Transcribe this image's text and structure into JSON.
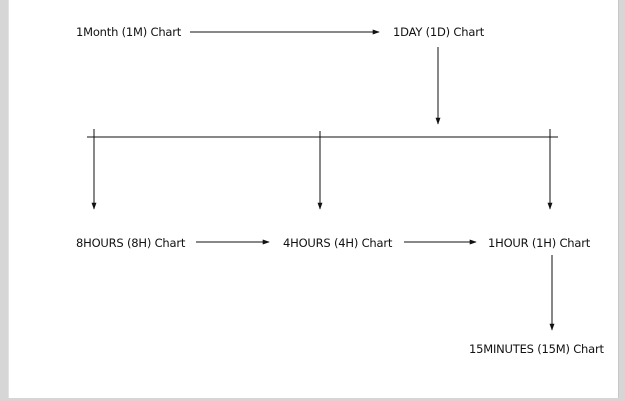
{
  "nodes": {
    "month": {
      "label": "1Month (1M) Chart"
    },
    "day": {
      "label": "1DAY (1D) Chart"
    },
    "hours8": {
      "label": "8HOURS (8H) Chart"
    },
    "hours4": {
      "label": "4HOURS (4H) Chart"
    },
    "hour1": {
      "label": "1HOUR (1H) Chart"
    },
    "min15": {
      "label": "15MINUTES (15M) Chart"
    }
  },
  "edges": [
    {
      "from": "month",
      "to": "day"
    },
    {
      "from": "day",
      "to": "branch-bar"
    },
    {
      "from": "branch-bar",
      "to": "hours8"
    },
    {
      "from": "branch-bar",
      "to": "hours4"
    },
    {
      "from": "branch-bar",
      "to": "hour1"
    },
    {
      "from": "hours8",
      "to": "hours4"
    },
    {
      "from": "hours4",
      "to": "hour1"
    },
    {
      "from": "hour1",
      "to": "min15"
    }
  ],
  "colors": {
    "ink": "#111111",
    "paper": "#ffffff",
    "backdrop": "#d6d6d6"
  }
}
